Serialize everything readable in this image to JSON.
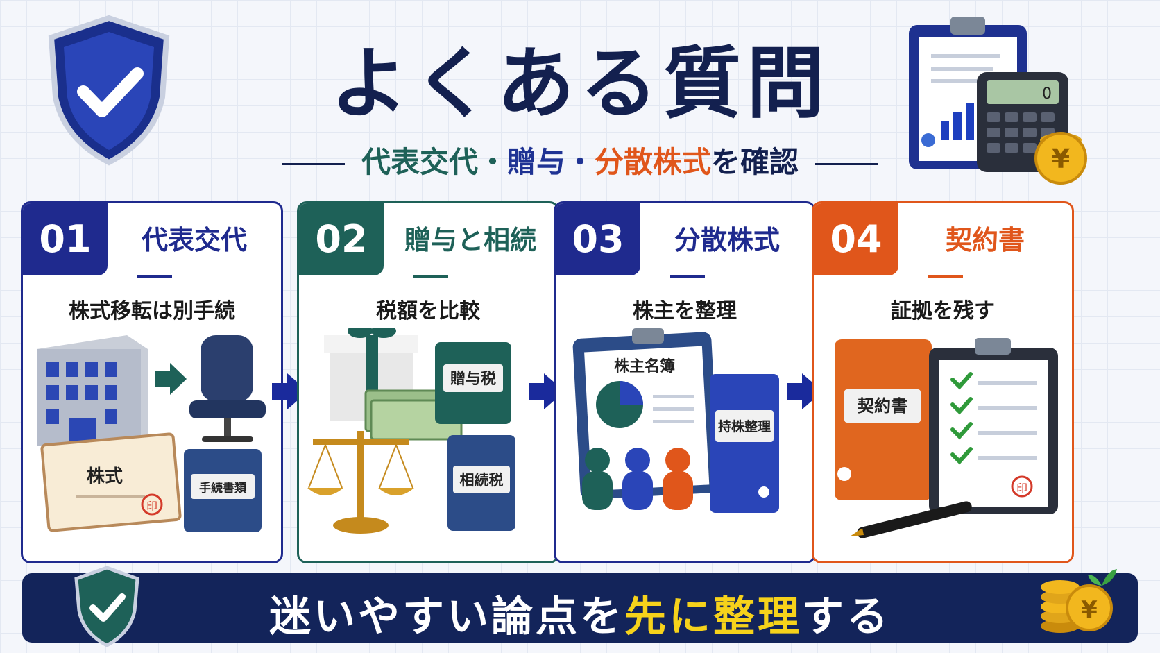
{
  "title": "よくある質問",
  "subtitle": {
    "part1": "代表交代・",
    "part2": "贈与",
    "part3": "・",
    "part4": "分散株式",
    "part5": "を確認"
  },
  "cards": [
    {
      "num": "01",
      "title": "代表交代",
      "subtitle": "株式移転は別手続",
      "labels": [
        "株式",
        "手続書類"
      ],
      "stamp": "印"
    },
    {
      "num": "02",
      "title": "贈与と相続",
      "subtitle": "税額を比較",
      "labels": [
        "贈与税",
        "相続税"
      ]
    },
    {
      "num": "03",
      "title": "分散株式",
      "subtitle": "株主を整理",
      "labels": [
        "株主名簿",
        "持株整理"
      ]
    },
    {
      "num": "04",
      "title": "契約書",
      "subtitle": "証拠を残す",
      "labels": [
        "契約書"
      ],
      "stamp": "印"
    }
  ],
  "bottom": {
    "text1": "迷いやすい論点を",
    "text2": "先に整理",
    "text3": "する"
  },
  "decor": {
    "calc_display": "0",
    "coin_symbol": "¥"
  },
  "colors": {
    "navy": "#13204f",
    "card1": "#1f2a8e",
    "card2": "#1e6158",
    "card3": "#1f2a8e",
    "card4": "#e0561b",
    "highlight": "#f6d21b"
  },
  "icons": [
    "shield-check-icon",
    "clipboard-chart-icon",
    "calculator-icon",
    "coin-stack-icon",
    "building-icon",
    "office-chair-icon",
    "gift-box-icon",
    "money-stack-icon",
    "balance-scale-icon",
    "book-icon",
    "people-icon",
    "pie-chart-icon",
    "binder-icon",
    "pen-icon",
    "checklist-icon",
    "arrow-right-icon",
    "plant-icon"
  ]
}
